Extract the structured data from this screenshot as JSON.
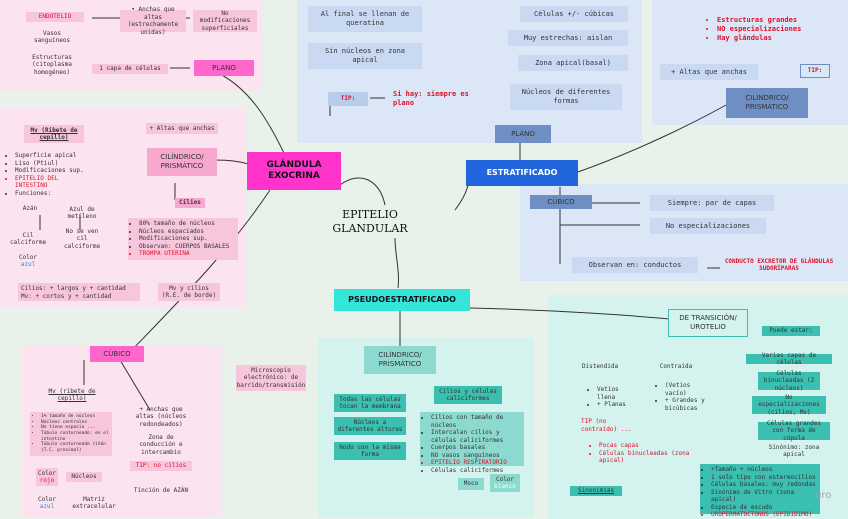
{
  "center_title": "EPITELIO\nGLANDULAR",
  "exocrina": {
    "title": "GLÁNDULA\nEXOCRINA",
    "plano": {
      "title": "PLANO",
      "endotelio": "ENDOTELIO",
      "vasos": "Vasos sanguíneos",
      "estructuras": "Estructuras (citoplasma homogéneo)",
      "anchas": "• Anchas que altas (estrechamente unidas)",
      "no_mod": "No modificaciones superficiales",
      "capa": "1 capa de células"
    },
    "cilindrico": {
      "title": "CILÍNDRICO/\nPRISMÁTICO",
      "altas": "+ Altas que anchas",
      "mv": "Mv (Ribete de cepillo)",
      "mv_items": [
        "Superficie apical",
        "Liso (Ptiul)",
        "Modificaciones sup.",
        "EPITELIO DEL INTESTINO",
        "Funciones:"
      ],
      "azan": "Azán",
      "azul": "Azul de metileno",
      "cil_calc": "Cil calciforme",
      "no_se": "No se ven cil calciforme",
      "color": "Color",
      "color_val": "azul",
      "cilios": "Cilios",
      "cilios_items": [
        "80% tamaño de núcleos",
        "Núcleos espaciados",
        "Modificaciones sup.",
        "Observan: CUERPOS BASALES",
        "TROMPA UTERINA"
      ],
      "bottom_left": [
        "Cilios: + largos y + cantidad",
        "Mv: + cortos y + cantidad"
      ],
      "bottom_right": "Mv y cilios (R.E. de borde)"
    },
    "cubico": {
      "title": "CÚBICO",
      "ribete": "Mv (ribete de cepillo)",
      "ribete_items": [
        "1% tamaño de núcleos",
        "Núcleos centrales",
        "No tiene espacio ...",
        "Túbulo contorneado: en el intestino",
        "Túbulo contorneado riñón (T.C. proximal)"
      ],
      "anchas": "+ Anchas que altas (núcleos redondeados)",
      "zona": "Zona de conducción e intercambio",
      "tip": "TIP: no cilios",
      "tincion": "Tinción de AZÁN",
      "color_rojo_label": "Color",
      "color_rojo": "rojo",
      "nucleos": "Núcleos",
      "color_azul_label": "Color",
      "color_azul": "azul",
      "matriz": "Matriz extracelular"
    }
  },
  "estratificado": {
    "title": "ESTRATIFICADO",
    "plano": {
      "title": "PLANO",
      "al_final": "Al final se llenan de queratina",
      "sin_nucleos": "Sin núcleos en zona apical",
      "tip": "TIP:",
      "tip_text": "Si hay: siempre es plano",
      "celulas": "Células +/- cúbicas",
      "muy": "Muy estrechas: aislan",
      "zona": "Zona apical(basal)",
      "nucleos": "Núcleos de diferentes formas"
    },
    "cilindrico": {
      "title": "CILÍNDRICO/\nPRISMÁTICO",
      "altas": "+ Altas que anchas",
      "tip": "TIP:",
      "tip_items": [
        "Estructuras grandes",
        "NO especializaciones",
        "Hay glándulas"
      ]
    },
    "cubico": {
      "title": "CÚBICO",
      "siempre": "Siempre: par de capas",
      "no_esp": "No especializaciones",
      "observan": "Observan en: conductos",
      "conducto": "CONDUCTO EXCRETOR DE GLÁNDULAS SUDORÍPARAS"
    }
  },
  "pseudo": {
    "title": "PSEUDOESTRATIFICADO",
    "cilindrico": {
      "title": "CILÍNDRICO/\nPRISMÁTICO",
      "todas": "Todas las células tocan la membrana",
      "nucleos": "Núcleos a diferentes alturas",
      "no_todas": "Nodo con la misma forma",
      "cilios": "Cilios y células caliciformes",
      "cilios_items": [
        "Cilios con tamaño de núcleos",
        "Intercalan cilios y células caliciformes",
        "Cuerpos basales",
        "NO vasos sanguíneos",
        "EPITELIO RESPIRATORIO",
        "Células caliciformes"
      ],
      "moco": "Moco",
      "color": "Color",
      "color_val": "blanco",
      "microscopio": "Microscopio electrónico: de barrido/transmisión"
    }
  },
  "transicion": {
    "title": "DE TRANSICIÓN/\nUROTELIO",
    "distendida": "Distendida",
    "contraida": "Contraída",
    "dist_items": [
      "Vetios llena",
      "+ Planas"
    ],
    "cont_items": [
      "(Vetios vacío)",
      "+ Grandes y bicúbicas"
    ],
    "tip": "TIP (no contraído) ...",
    "tip_items": [
      "Pocas capas",
      "Células binucleadas (zona apical)"
    ],
    "right": [
      "Puede estar:",
      "Varias capas de células",
      "Células binucleadas (2 núcleos)",
      "No especializaciones (cilios, Mv)",
      "Células grandes con forma de cúpula",
      "Sinónimo: zona apical"
    ],
    "sinonimo_label": "Sinonimias",
    "bottom_items": [
      "+Tamaño + núcleos",
      "1 solo tipo con estereocilios",
      "Células basales: muy redondas",
      "Sinónimo de Vitro (zona apical)",
      "Especie de escudo",
      "UROPERMATOCTONOS (EPIDIDIMO)"
    ]
  },
  "watermark": "uro"
}
